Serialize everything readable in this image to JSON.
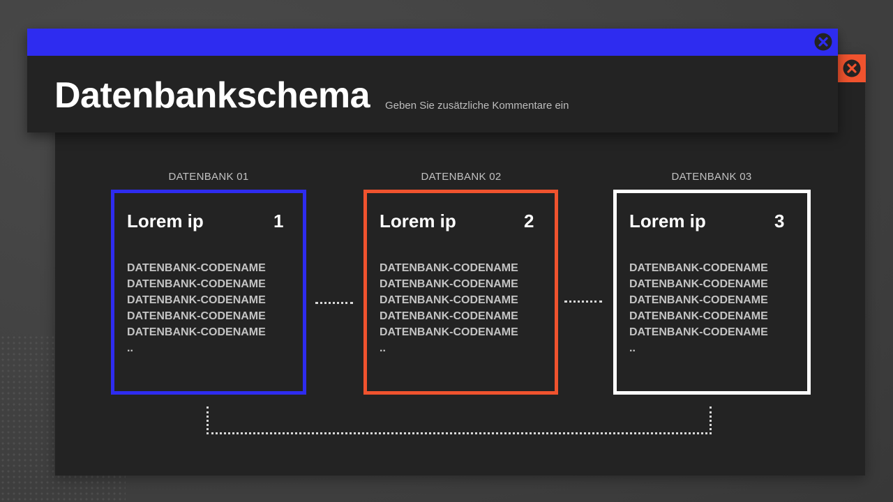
{
  "header": {
    "title": "Datenbankschema",
    "subtitle": "Geben Sie zusätzliche Kommentare ein"
  },
  "icons": {
    "window_close": "close-circle-icon",
    "panel_close": "close-circle-icon"
  },
  "colors": {
    "titlebar": "#2e2cf0",
    "accent_orange": "#f0532e",
    "card_1_border": "#2e2cf0",
    "card_2_border": "#f0532e",
    "card_3_border": "#ffffff",
    "panel_bg": "#232323"
  },
  "databases": [
    {
      "label": "DATENBANK 01",
      "title": "Lorem ip",
      "number": "1",
      "items": [
        "DATENBANK-CODENAME",
        "DATENBANK-CODENAME",
        "DATENBANK-CODENAME",
        "DATENBANK-CODENAME",
        "DATENBANK-CODENAME",
        ".."
      ]
    },
    {
      "label": "DATENBANK 02",
      "title": "Lorem ip",
      "number": "2",
      "items": [
        "DATENBANK-CODENAME",
        "DATENBANK-CODENAME",
        "DATENBANK-CODENAME",
        "DATENBANK-CODENAME",
        "DATENBANK-CODENAME",
        ".."
      ]
    },
    {
      "label": "DATENBANK 03",
      "title": "Lorem ip",
      "number": "3",
      "items": [
        "DATENBANK-CODENAME",
        "DATENBANK-CODENAME",
        "DATENBANK-CODENAME",
        "DATENBANK-CODENAME",
        "DATENBANK-CODENAME",
        ".."
      ]
    }
  ]
}
